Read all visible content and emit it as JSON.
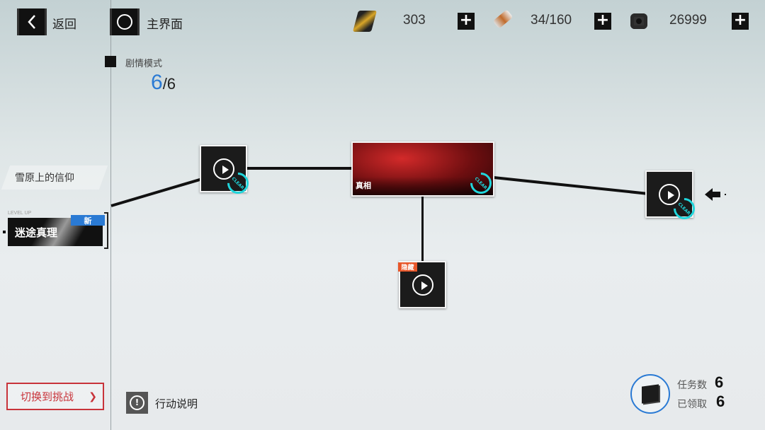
{
  "topbar": {
    "back_label": "返回",
    "home_label": "主界面",
    "resources": [
      {
        "icon": "stamina-card-icon",
        "value": "303"
      },
      {
        "icon": "battery-icon",
        "value": "34/160"
      },
      {
        "icon": "nut-icon",
        "value": "26999"
      }
    ],
    "plus": "+"
  },
  "mode": {
    "label": "剧情模式",
    "current": "6",
    "total": "/6"
  },
  "sidebar": {
    "chapter_prev": "雪原上的信仰",
    "level_up": "LEVEL UP",
    "chapter_current": "迷途真理",
    "new_badge": "新"
  },
  "nodes": {
    "main_title": "真相",
    "clear": "CLEAR",
    "hidden_badge": "隐藏"
  },
  "bottom": {
    "switch_label": "切换到挑战",
    "switch_arrow": "❯",
    "info_label": "行动说明",
    "info_icon": "!",
    "tasks_label": "任务数",
    "tasks_value": "6",
    "claimed_label": "已领取",
    "claimed_value": "6"
  },
  "colors": {
    "accent": "#2a7ad4",
    "clear": "#20d6dc",
    "hidden": "#e8572a",
    "switch": "#c8333a"
  }
}
